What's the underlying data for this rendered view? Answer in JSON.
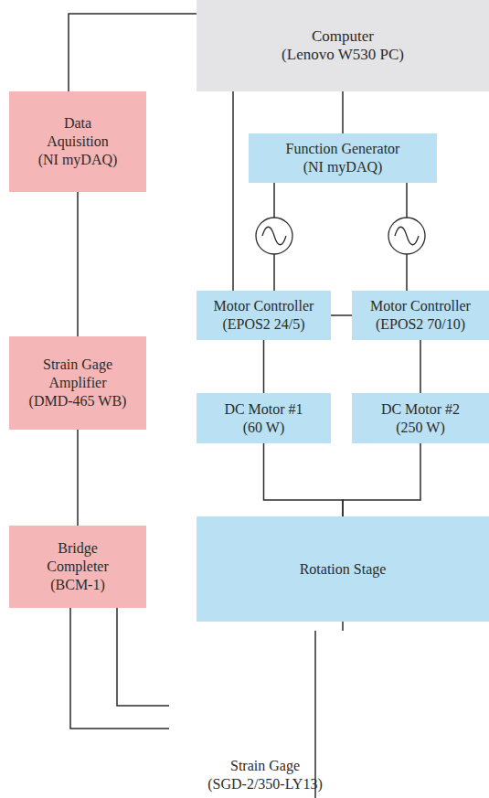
{
  "diagram": {
    "nodes": [
      {
        "text": [
          "Computer",
          "(Lenovo W530 PC)"
        ]
      },
      {
        "text": [
          "Data Aquisition",
          "(NI myDAQ)"
        ]
      },
      {
        "text": [
          "Function Generator",
          "(NI myDAQ)"
        ]
      },
      {
        "text": [
          "Motor Controller",
          "(EPOS2 24/5)"
        ]
      },
      {
        "text": [
          "Motor Controller",
          "(EPOS2 70/10)"
        ]
      },
      {
        "text": [
          "Strain Gage Amplifier",
          "(DMD-465 WB)"
        ]
      },
      {
        "text": [
          "DC Motor #1",
          "(60 W)"
        ]
      },
      {
        "text": [
          "DC Motor #2",
          "(250 W)"
        ]
      },
      {
        "text": [
          "Bridge Completer",
          "(BCM-1)"
        ]
      },
      {
        "text": [
          "Rotation Stage"
        ]
      },
      {
        "text": [
          "Strain Gage",
          "(SGD-2/350-LY13)"
        ]
      }
    ],
    "edges": [
      {
        "from": 0,
        "to": 1,
        "arrow": "none"
      },
      {
        "from": 0,
        "to": 2,
        "arrow": "none"
      },
      {
        "from": 0,
        "to": 3,
        "arrow": "none"
      },
      {
        "from": 2,
        "to": 3,
        "arrow": "none"
      },
      {
        "from": 2,
        "to": 4,
        "arrow": "none"
      },
      {
        "from": 3,
        "to": 4,
        "arrow": "none"
      },
      {
        "from": 3,
        "to": 6,
        "arrow": "none"
      },
      {
        "from": 4,
        "to": 7,
        "arrow": "none"
      },
      {
        "from": 6,
        "to": 9,
        "arrow": "none"
      },
      {
        "from": 7,
        "to": 9,
        "arrow": "none"
      },
      {
        "from": 1,
        "to": 5,
        "arrow": "none"
      },
      {
        "from": 5,
        "to": 8,
        "arrow": "none"
      },
      {
        "from": 9,
        "to": 10,
        "arrow": "none"
      },
      {
        "from": 8,
        "to": 10,
        "arrow": "none"
      },
      {
        "from": 8,
        "to": 10,
        "arrow": "none"
      }
    ]
  }
}
